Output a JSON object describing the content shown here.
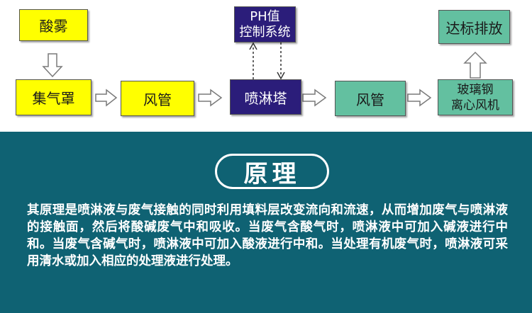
{
  "diagram": {
    "nodes": {
      "acid_mist": "酸雾",
      "hood": "集气罩",
      "duct_1": "风管",
      "tower": "喷淋塔",
      "duct_2": "风管",
      "fan_line1": "玻璃钢",
      "fan_line2": "离心风机",
      "ph_line1": "PH值",
      "ph_line2": "控制系统",
      "discharge": "达标排放"
    },
    "colors": {
      "yellow": "#ffff00",
      "purple": "#2b1d7a",
      "green": "#63c0a0",
      "teal_background": "#0f6273"
    }
  },
  "principle": {
    "title": "原理",
    "paragraph": "其原理是喷淋液与废气接触的同时利用填料层改变流向和流速，从而增加废气与喷淋液的接触面，然后将酸碱废气中和吸收。当废气含酸气时，喷淋液中可加入碱液进行中和。当废气含碱气时，喷淋液中可加入酸液进行中和。当处理有机废气时，喷淋液可采用清水或加入相应的处理液进行处理。"
  }
}
